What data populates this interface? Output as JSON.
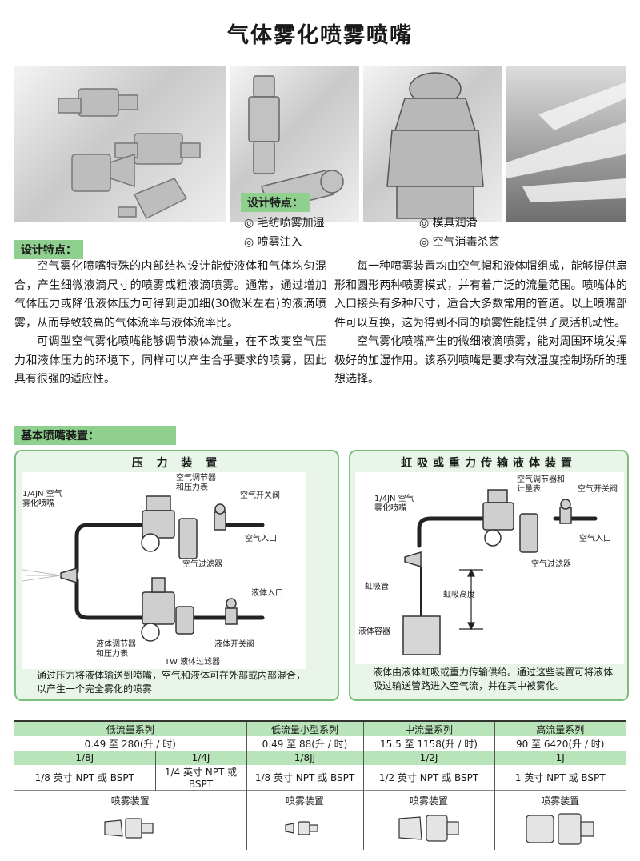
{
  "title": "气体雾化喷雾喷嘴",
  "design_tag_top": "设计特点：",
  "features": [
    "◎ 毛纺喷雾加湿",
    "◎ 模具润滑",
    "◎ 喷雾注入",
    "◎ 空气消毒杀菌"
  ],
  "design_tag_left": "设计特点：",
  "paragraphs": {
    "left1": "空气雾化喷嘴特殊的内部结构设计能使液体和气体均匀混合，产生细微液滴尺寸的喷雾或粗液滴喷雾。通常，通过增加气体压力或降低液体压力可得到更加细(30微米左右)的液滴喷雾，从而导致较高的气体流率与液体流率比。",
    "left2": "可调型空气雾化喷嘴能够调节液体流量，在不改变空气压力和液体压力的环境下，同样可以产生合乎要求的喷雾，因此具有很强的适应性。",
    "right1": "每一种喷雾装置均由空气帽和液体帽组成，能够提供扇形和圆形两种喷雾模式，并有着广泛的流量范围。喷嘴体的入口接头有多种尺寸，适合大多数常用的管道。以上喷嘴部件可以互换，这为得到不同的喷雾性能提供了灵活机动性。",
    "right2": "空气雾化喷嘴产生的微细液滴喷雾，能对周围环境发挥极好的加湿作用。该系列喷嘴是要求有效湿度控制场所的理想选择。"
  },
  "basic_tag": "基本喷嘴装置：",
  "pressure": {
    "title": "压 力 装 置",
    "labels": {
      "nozzle": "1/4JN 空气\n雾化喷嘴",
      "regulator": "空气调节器\n和压力表",
      "air_valve": "空气开关阀",
      "air_inlet": "空气入口",
      "air_filter": "空气过滤器",
      "liquid_inlet": "液体入口",
      "liquid_regulator": "液体调节器\n和压力表",
      "liquid_valve": "液体开关阀",
      "tw_filter": "TW 液体过滤器"
    },
    "caption": "通过压力将液体输送到喷嘴，空气和液体可在外部或内部混合，以产生一个完全雾化的喷雾"
  },
  "siphon": {
    "title": "虹吸或重力传输液体装置",
    "labels": {
      "nozzle": "1/4JN 空气\n雾化喷嘴",
      "regulator": "空气调节器和\n计量表",
      "air_valve": "空气开关阀",
      "air_inlet": "空气入口",
      "air_filter": "空气过滤器",
      "siphon_tube": "虹吸管",
      "siphon_height": "虹吸高度",
      "container": "液体容器"
    },
    "caption": "液体由液体虹吸或重力传输供给。通过这些装置可将液体吸过输送管路进入空气流，并在其中被雾化。"
  },
  "table": {
    "series": [
      {
        "name": "低流量系列",
        "range": "0.49 至 280(升 / 时)"
      },
      {
        "name": "低流量小型系列",
        "range": "0.49 至 88(升 / 时)"
      },
      {
        "name": "中流量系列",
        "range": "15.5 至 1158(升 / 时)"
      },
      {
        "name": "高流量系列",
        "range": "90 至 6420(升 / 时)"
      }
    ],
    "models": [
      {
        "code": "1/8J",
        "size": "1/8 英寸 NPT 或 BSPT"
      },
      {
        "code": "1/4J",
        "size": "1/4 英寸 NPT 或 BSPT"
      },
      {
        "code": "1/8JJ",
        "size": "1/8 英寸 NPT 或 BSPT"
      },
      {
        "code": "1/2J",
        "size": "1/2 英寸 NPT 或 BSPT"
      },
      {
        "code": "1J",
        "size": "1 英寸 NPT 或 BSPT"
      }
    ],
    "setup_label": "喷雾装置"
  },
  "colors": {
    "accent_green": "#8fd08f",
    "box_border": "#7cbf7c",
    "box_fill": "#e8f5e8",
    "table_header": "#b9e3b9"
  }
}
